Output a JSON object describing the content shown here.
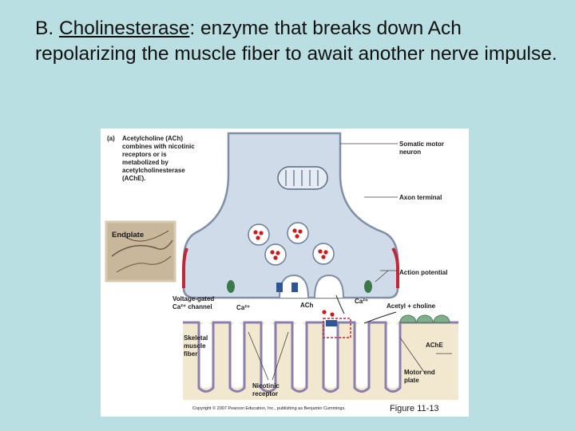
{
  "slide": {
    "heading_prefix": "B. ",
    "heading_term": "Cholinesterase",
    "heading_rest": ": enzyme that breaks down Ach repolarizing the muscle fiber to await another nerve impulse."
  },
  "figure": {
    "panel_letter": "(a)",
    "caption_lines": [
      "Acetylcholine (ACh)",
      "combines with nicotinic",
      "receptors or is",
      "metabolized by",
      "acetylcholinesterase",
      "(AChE)."
    ],
    "inset_label": "Endplate",
    "labels": {
      "somatic_motor_neuron": [
        "Somatic motor",
        "neuron"
      ],
      "axon_terminal": "Axon terminal",
      "action_potential": "Action potential",
      "voltage_gated": [
        "Voltage-gated",
        "Ca²⁺ channel"
      ],
      "ca_left": "Ca²⁺",
      "ach": "ACh",
      "ca_right": "Ca²⁺",
      "acetyl_choline": "Acetyl + choline",
      "skeletal_muscle_fiber": [
        "Skeletal",
        "muscle",
        "fiber"
      ],
      "ache": "AChE",
      "motor_end_plate": [
        "Motor end",
        "plate"
      ],
      "nicotinic_receptor": [
        "Nicotinic",
        "receptor"
      ]
    },
    "copyright": "Copyright © 2007 Pearson Education, Inc., publishing as Benjamin Cummings.",
    "figure_number": "Figure 11-13"
  },
  "colors": {
    "background": "#b9dfe3",
    "neuron": "#cfdbe8",
    "membrane": "#7f8fa6",
    "action_potential": "#c0283a",
    "receptor": "#2f5597",
    "channel": "#3a7a4a",
    "muscle": "#f2e8cf",
    "vesicle_dot": "#d01818",
    "ache": "#7fb08a"
  }
}
